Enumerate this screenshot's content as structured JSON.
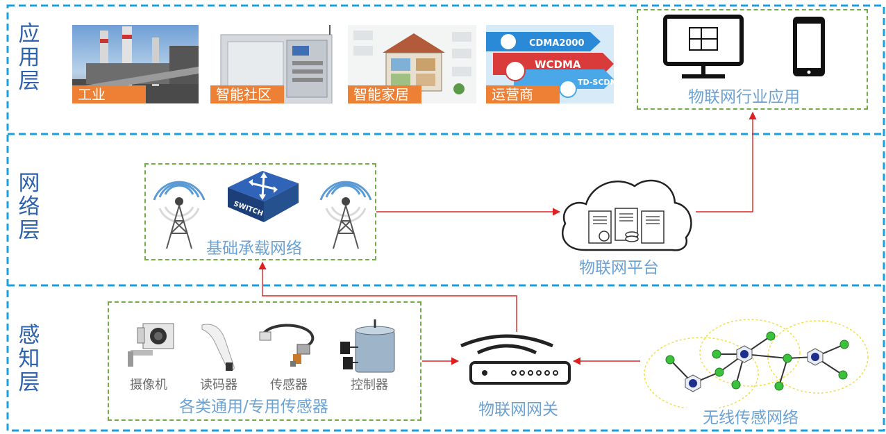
{
  "layers": {
    "application": "应用层",
    "network": "网络层",
    "perception": "感知层"
  },
  "application_tiles": [
    {
      "label": "工业"
    },
    {
      "label": "智能社区"
    },
    {
      "label": "智能家居"
    },
    {
      "label": "运营商"
    }
  ],
  "operator_logos": {
    "cdma": "CDMA2000",
    "wcdma": "WCDMA",
    "td": "TD-SCDMA"
  },
  "industry_app": {
    "caption": "物联网行业应用"
  },
  "network_box": {
    "caption": "基础承载网络",
    "switch_text": "SWITCH"
  },
  "platform": {
    "caption": "物联网平台"
  },
  "sensors": {
    "caption": "各类通用/专用传感器",
    "devices": [
      {
        "label": "摄像机"
      },
      {
        "label": "读码器"
      },
      {
        "label": "传感器"
      },
      {
        "label": "控制器"
      }
    ]
  },
  "gateway": {
    "caption": "物联网网关"
  },
  "wsn": {
    "caption": "无线传感网络"
  },
  "colors": {
    "layer_border": "#1aa0e0",
    "group_border": "#70ad47",
    "arrow": "#e02020",
    "text_blue": "#6ba2d4",
    "label_orange": "#ee8035"
  }
}
